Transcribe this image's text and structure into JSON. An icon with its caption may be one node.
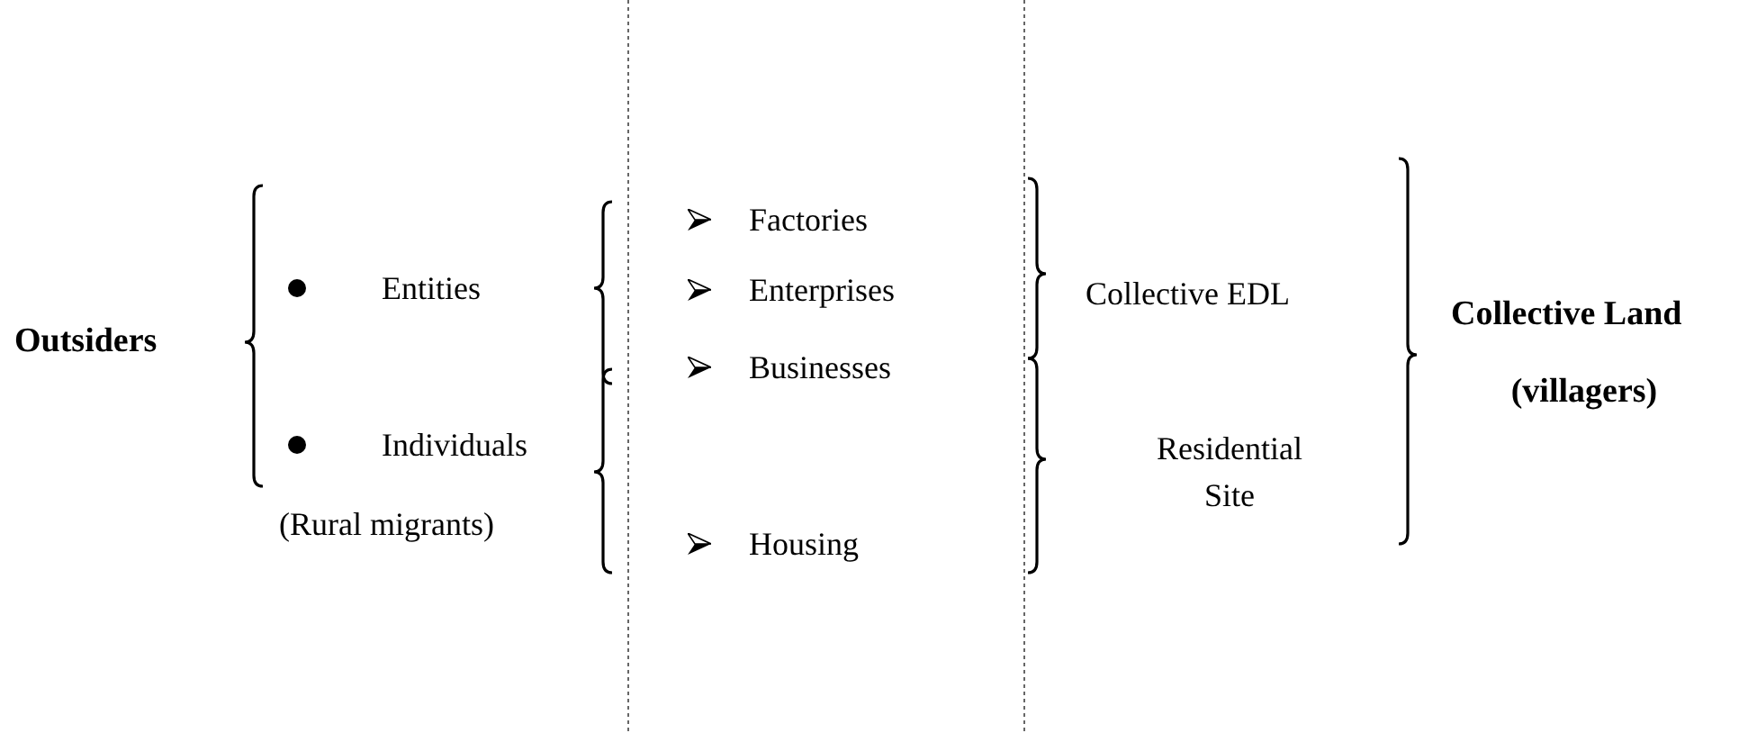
{
  "diagram": {
    "labels": [
      "Outsiders",
      "Entities",
      "Individuals",
      "(Rural migrants)",
      "Factories",
      "Enterprises",
      "Businesses",
      "Housing",
      "Collective EDL",
      "Residential Site",
      "Collective Land",
      "(villagers)"
    ]
  }
}
